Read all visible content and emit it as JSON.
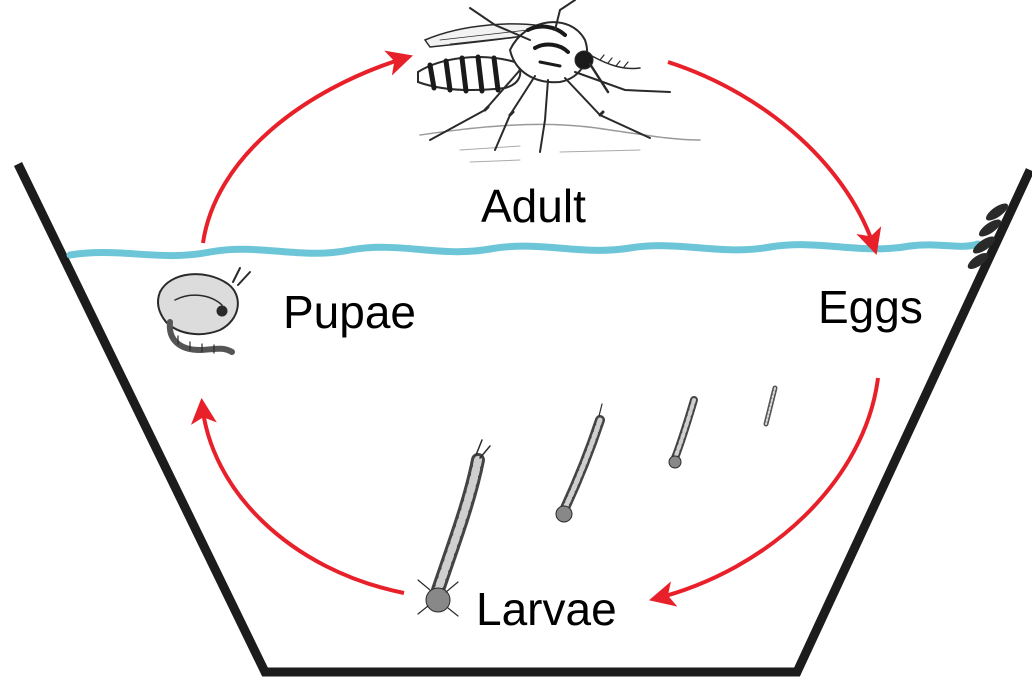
{
  "stages": {
    "adult": "Adult",
    "eggs": "Eggs",
    "larvae": "Larvae",
    "pupae": "Pupae"
  },
  "colors": {
    "arrow": "#e8202a",
    "water": "#6cc6d8",
    "container": "#1c1c1c",
    "illustration": "#2a2a2a"
  },
  "icons": {
    "adult": "mosquito-icon",
    "eggs": "egg-raft-icon",
    "larvae": "larva-icon",
    "pupae": "pupa-icon"
  }
}
